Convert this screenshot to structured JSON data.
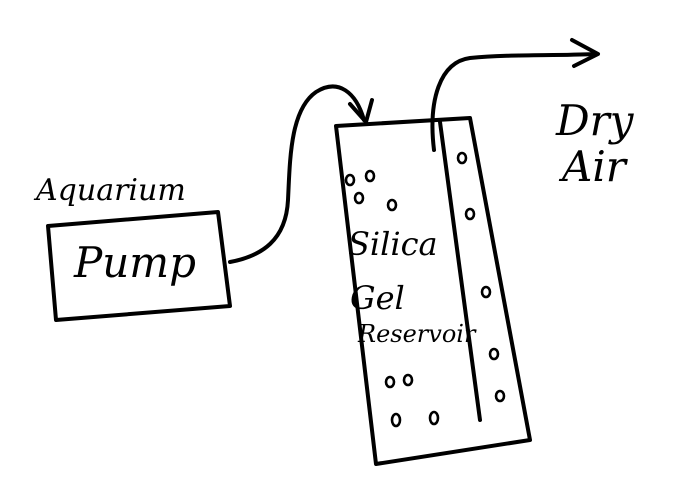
{
  "labels": {
    "aquarium": "Aquarium",
    "pump": "Pump",
    "silica": "Silica",
    "gel": "Gel",
    "reservoir": "Reservoir",
    "dry": "Dry",
    "air": "Air"
  },
  "colors": {
    "ink": "#000000",
    "background": "#ffffff"
  }
}
